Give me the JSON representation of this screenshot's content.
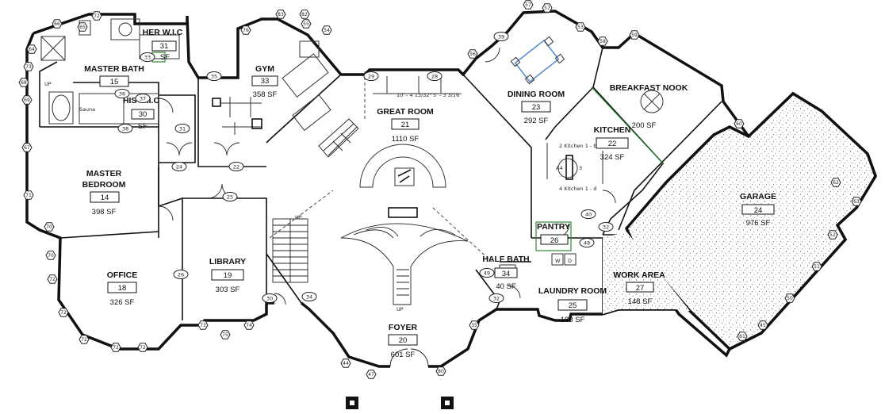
{
  "rooms": {
    "master_bath": {
      "name": "MASTER BATH",
      "number": "15"
    },
    "her_wic": {
      "name": "HER W.I.C",
      "number": "31",
      "area": "SF"
    },
    "his_wic": {
      "name": "HIS W.I.C",
      "number": "30",
      "area": "SF"
    },
    "sauna": {
      "name": "Sauna"
    },
    "gym": {
      "name": "GYM",
      "number": "33",
      "area": "358 SF"
    },
    "great_room": {
      "name": "GREAT ROOM",
      "number": "21",
      "area": "1110 SF"
    },
    "dining_room": {
      "name": "DINING ROOM",
      "number": "23",
      "area": "292 SF"
    },
    "breakfast_nook": {
      "name": "BREAKFAST NOOK",
      "area": "200 SF"
    },
    "kitchen": {
      "name": "KITCHEN",
      "number": "22",
      "area": "324 SF"
    },
    "garage": {
      "name": "GARAGE",
      "number": "24",
      "area": "976 SF"
    },
    "master_bedroom": {
      "name_line1": "MASTER",
      "name_line2": "BEDROOM",
      "number": "14",
      "area": "398 SF"
    },
    "office": {
      "name": "OFFICE",
      "number": "18",
      "area": "326 SF"
    },
    "library": {
      "name": "LIBRARY",
      "number": "19",
      "area": "303 SF"
    },
    "pantry": {
      "name": "PANTRY",
      "number": "26"
    },
    "half_bath": {
      "name": "HALF BATH",
      "number": "34",
      "area": "40 SF"
    },
    "laundry_room": {
      "name": "LAUNDRY ROOM",
      "number": "25",
      "area": "183 SF"
    },
    "work_area": {
      "name": "WORK AREA",
      "number": "27",
      "area": "148 SF"
    },
    "foyer": {
      "name": "FOYER",
      "number": "20",
      "area": "601 SF"
    }
  },
  "annotations": {
    "dim_left": "10' - 4 13/32\"",
    "dim_right": "5' - 3 3/16\"",
    "kitchen_note_1": "2 Kitchen 1 - b",
    "kitchen_note_2": "4 Kitchen 1 - d",
    "kitchen_tag_a": "A4",
    "kitchen_tag_b": "3",
    "laundry_w": "W",
    "laundry_d": "D",
    "up": "UP",
    "up_stair": "UP",
    "up_foyer": "UP",
    "up_bath": "UP",
    "door_tags": [
      "33",
      "36",
      "37",
      "38",
      "24",
      "22",
      "25",
      "26",
      "28",
      "29",
      "39",
      "40",
      "32",
      "48",
      "49",
      "32",
      "30",
      "34",
      "31",
      "35"
    ]
  },
  "window_tags": [
    "72",
    "65",
    "66",
    "64",
    "73",
    "68",
    "69",
    "67",
    "71",
    "70",
    "70",
    "72",
    "72",
    "72",
    "72",
    "72",
    "73",
    "75",
    "74",
    "76",
    "83",
    "82",
    "54",
    "55",
    "56",
    "57",
    "57",
    "53",
    "58",
    "59",
    "60",
    "61",
    "62",
    "63",
    "52",
    "51",
    "50",
    "45",
    "44",
    "47",
    "35",
    "80"
  ]
}
